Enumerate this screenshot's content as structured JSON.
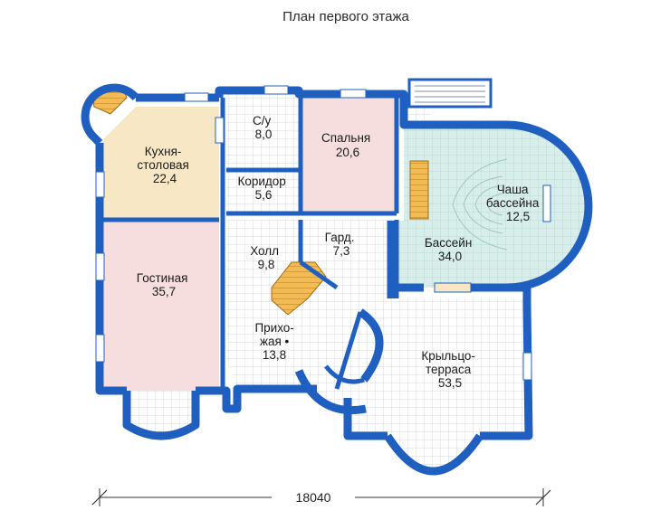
{
  "title": "План первого этажа",
  "dimension": "18040",
  "colors": {
    "wall": "#1f5fbf",
    "kitchen": "#f7e7c4",
    "living": "#f7dede",
    "bedroom": "#f7dede",
    "pool": "#dcefec",
    "tile": "#ffffff",
    "stairs": "#f0b64a"
  },
  "rooms": [
    {
      "name": "С/у",
      "area": "8,0"
    },
    {
      "name": "Спальня",
      "area": "20,6"
    },
    {
      "name_lines": [
        "Кухня-",
        "столовая"
      ],
      "area": "22,4"
    },
    {
      "name": "Коридор",
      "area": "5,6"
    },
    {
      "name_lines": [
        "Чаша",
        "бассейна"
      ],
      "area": "12,5"
    },
    {
      "name": "Холл",
      "area": "9,8"
    },
    {
      "name": "Гард.",
      "area": "7,3"
    },
    {
      "name": "Бассейн",
      "area": "34,0"
    },
    {
      "name": "Гостиная",
      "area": "35,7"
    },
    {
      "name_lines": [
        "Прихо-",
        "жая •"
      ],
      "area": "13,8"
    },
    {
      "name_lines": [
        "Крыльцо-",
        "терраса"
      ],
      "area": "53,5"
    }
  ]
}
